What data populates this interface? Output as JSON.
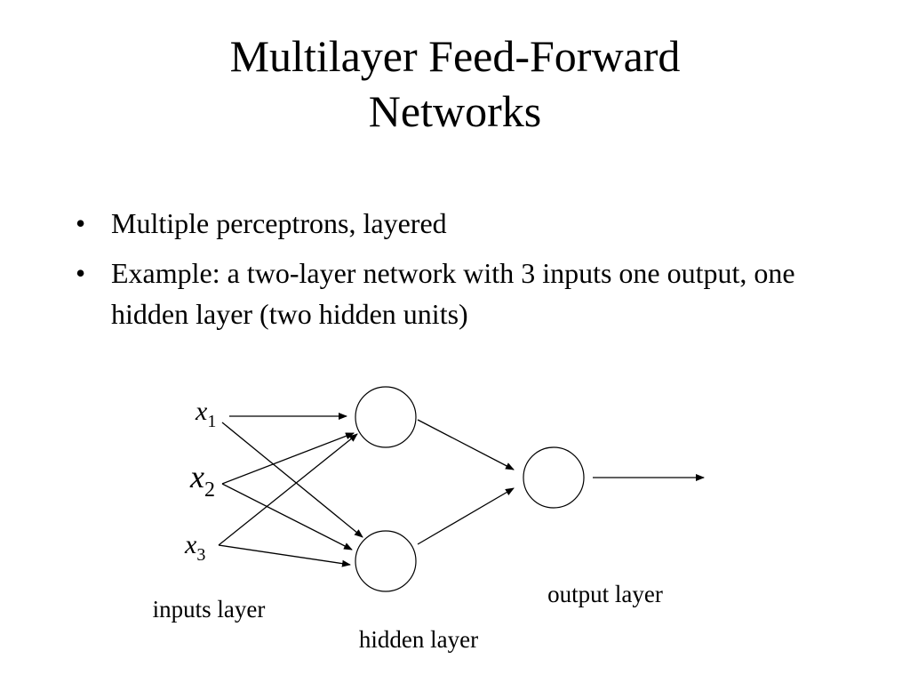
{
  "slide": {
    "title_line1": "Multilayer Feed-Forward",
    "title_line2": "Networks",
    "bullets": [
      "Multiple perceptrons, layered",
      "Example: a two-layer network with 3 inputs one output, one hidden layer (two hidden units)"
    ]
  },
  "diagram": {
    "inputs": [
      {
        "symbol": "x",
        "subscript": "1"
      },
      {
        "symbol": "x",
        "subscript": "2"
      },
      {
        "symbol": "x",
        "subscript": "3"
      }
    ],
    "hidden_units": 2,
    "output_units": 1,
    "labels": {
      "inputs_layer": "inputs layer",
      "hidden_layer": "hidden layer",
      "output_layer": "output layer"
    }
  }
}
